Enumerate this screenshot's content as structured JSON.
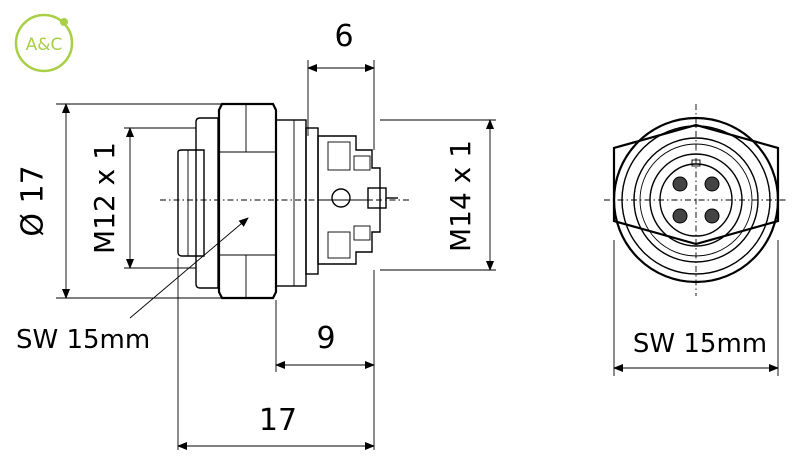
{
  "logo": {
    "text": "A&C",
    "color": "#a8cf45"
  },
  "dimensions": {
    "top_width": "6",
    "diameter": "Ø 17",
    "thread_front": "M12 x 1",
    "thread_rear": "M14 x 1",
    "wrench_side": "SW 15mm",
    "mid_length": "9",
    "total_length": "17",
    "wrench_front": "SW 15mm"
  }
}
